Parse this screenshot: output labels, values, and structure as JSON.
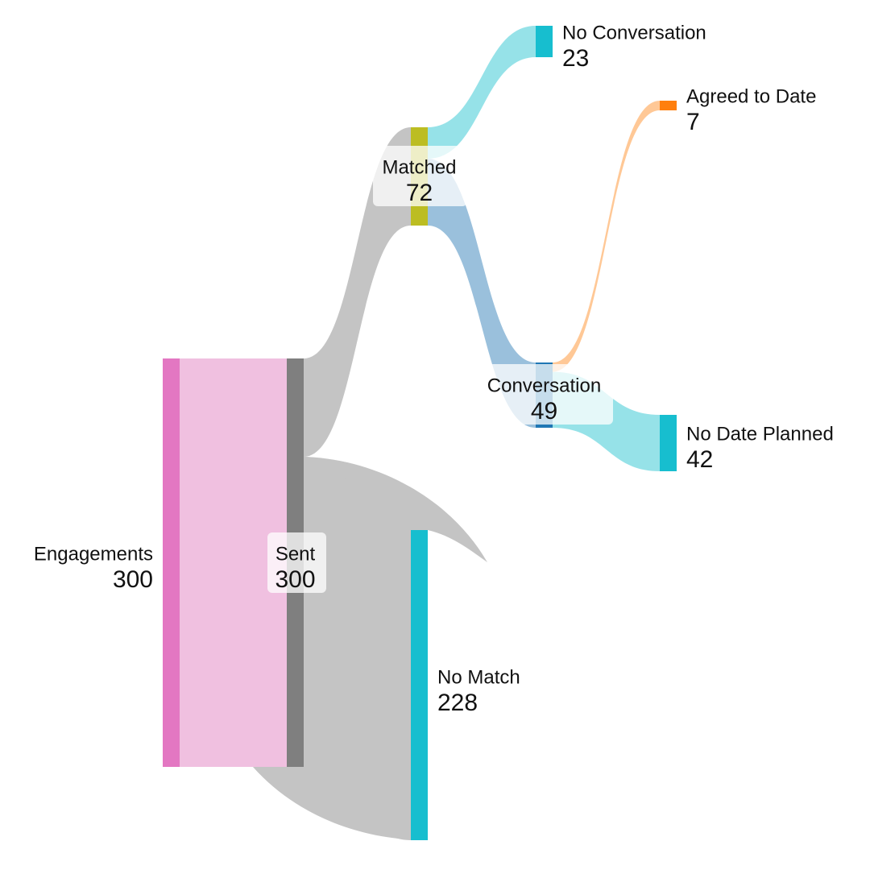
{
  "chart_data": {
    "type": "sankey",
    "title": "",
    "nodes": [
      {
        "id": "engagements",
        "label": "Engagements",
        "value": 300,
        "column": 0,
        "color": "#e377c2",
        "label_side": "left",
        "label_boxed": false
      },
      {
        "id": "sent",
        "label": "Sent",
        "value": 300,
        "column": 1,
        "color": "#7f7f7f",
        "label_side": "center",
        "label_boxed": true
      },
      {
        "id": "matched",
        "label": "Matched",
        "value": 72,
        "column": 2,
        "color": "#bcbd22",
        "label_side": "center",
        "label_boxed": true
      },
      {
        "id": "no_match",
        "label": "No Match",
        "value": 228,
        "column": 2,
        "color": "#17becf",
        "label_side": "right",
        "label_boxed": false
      },
      {
        "id": "no_conversation",
        "label": "No Conversation",
        "value": 23,
        "column": 3,
        "color": "#17becf",
        "label_side": "right",
        "label_boxed": false
      },
      {
        "id": "conversation",
        "label": "Conversation",
        "value": 49,
        "column": 3,
        "color": "#1f77b4",
        "label_side": "center",
        "label_boxed": true
      },
      {
        "id": "agreed_to_date",
        "label": "Agreed to Date",
        "value": 7,
        "column": 4,
        "color": "#ff7f0e",
        "label_side": "right",
        "label_boxed": false
      },
      {
        "id": "no_date_planned",
        "label": "No Date Planned",
        "value": 42,
        "column": 4,
        "color": "#17becf",
        "label_side": "right",
        "label_boxed": false
      }
    ],
    "links": [
      {
        "source": "engagements",
        "target": "sent",
        "value": 300,
        "color": "#f0c0e0"
      },
      {
        "source": "sent",
        "target": "matched",
        "value": 72,
        "color": "#c4c4c4"
      },
      {
        "source": "sent",
        "target": "no_match",
        "value": 228,
        "color": "#c4c4c4"
      },
      {
        "source": "matched",
        "target": "no_conversation",
        "value": 23,
        "color": "#96e2e8"
      },
      {
        "source": "matched",
        "target": "conversation",
        "value": 49,
        "color": "#9ac0dc"
      },
      {
        "source": "conversation",
        "target": "agreed_to_date",
        "value": 7,
        "color": "#ffc896"
      },
      {
        "source": "conversation",
        "target": "no_date_planned",
        "value": 42,
        "color": "#96e2e8"
      }
    ]
  }
}
